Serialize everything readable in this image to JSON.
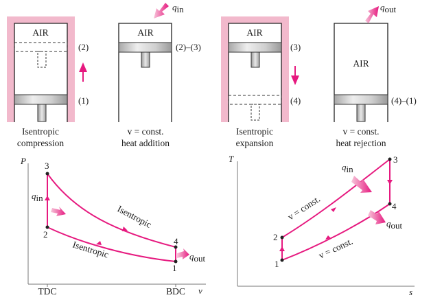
{
  "colors": {
    "accent": "#e6197f",
    "cylinder_tint": "#f2b9cc",
    "arrow_fill": "#ef86b2",
    "piston": "#c9c9c9"
  },
  "cylinders": [
    {
      "gas": "AIR",
      "state_top": "(2)",
      "state_bottom": "(1)",
      "caption_1": "Isentropic",
      "caption_2": "compression",
      "arrow": "up-arrow"
    },
    {
      "gas": "AIR",
      "state_top": "(2)–(3)",
      "heat": "q",
      "heat_sub": "in",
      "caption_1": "v = const.",
      "caption_2": "heat addition"
    },
    {
      "gas": "AIR",
      "state_top": "(3)",
      "state_bottom": "(4)",
      "caption_1": "Isentropic",
      "caption_2": "expansion",
      "arrow": "down-arrow"
    },
    {
      "gas": "AIR",
      "state_top": "(4)–(1)",
      "heat": "q",
      "heat_sub": "out",
      "caption_1": "v = const.",
      "caption_2": "heat rejection"
    }
  ],
  "pv": {
    "y_axis": "P",
    "x_axis": "v",
    "tick_left": "TDC",
    "tick_right": "BDC",
    "points": [
      "1",
      "2",
      "3",
      "4"
    ],
    "curve_upper": "Isentropic",
    "curve_lower": "Isentropic",
    "heat_in": "q",
    "heat_in_sub": "in",
    "heat_out": "q",
    "heat_out_sub": "out"
  },
  "ts": {
    "y_axis": "T",
    "x_axis": "s",
    "points": [
      "1",
      "2",
      "3",
      "4"
    ],
    "line_upper": "v = const.",
    "line_lower": "v = const.",
    "heat_in": "q",
    "heat_in_sub": "in",
    "heat_out": "q",
    "heat_out_sub": "out"
  }
}
